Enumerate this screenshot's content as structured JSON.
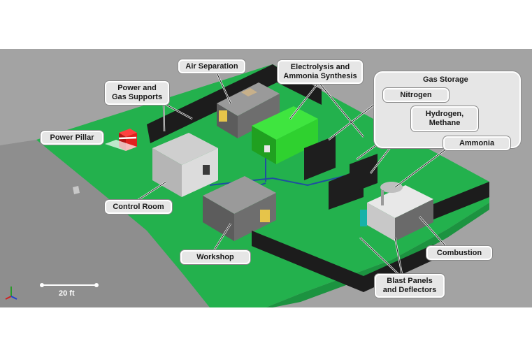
{
  "labels": {
    "air_separation": "Air Separation",
    "power_gas_supports_1": "Power and",
    "power_gas_supports_2": "Gas Supports",
    "electrolysis_1": "Electrolysis and",
    "electrolysis_2": "Ammonia Synthesis",
    "gas_storage": "Gas Storage",
    "nitrogen": "Nitrogen",
    "hydrogen_1": "Hydrogen,",
    "hydrogen_2": "Methane",
    "ammonia": "Ammonia",
    "power_pillar": "Power Pillar",
    "control_room": "Control Room",
    "workshop": "Workshop",
    "combustion": "Combustion",
    "blast_1": "Blast Panels",
    "blast_2": "and Deflectors"
  },
  "scale_bar": {
    "label": "20 ft"
  },
  "colors": {
    "ground": "#22b24c",
    "ground_dark": "#1d9a40",
    "concrete": "#8c8c8c",
    "background": "#9a9a9a",
    "container_grey": "#6e6e6e",
    "container_green": "#2fd12f",
    "fence": "#1b1b1b",
    "power_pillar": "#e0201e",
    "pipe": "#1f4fa0"
  }
}
